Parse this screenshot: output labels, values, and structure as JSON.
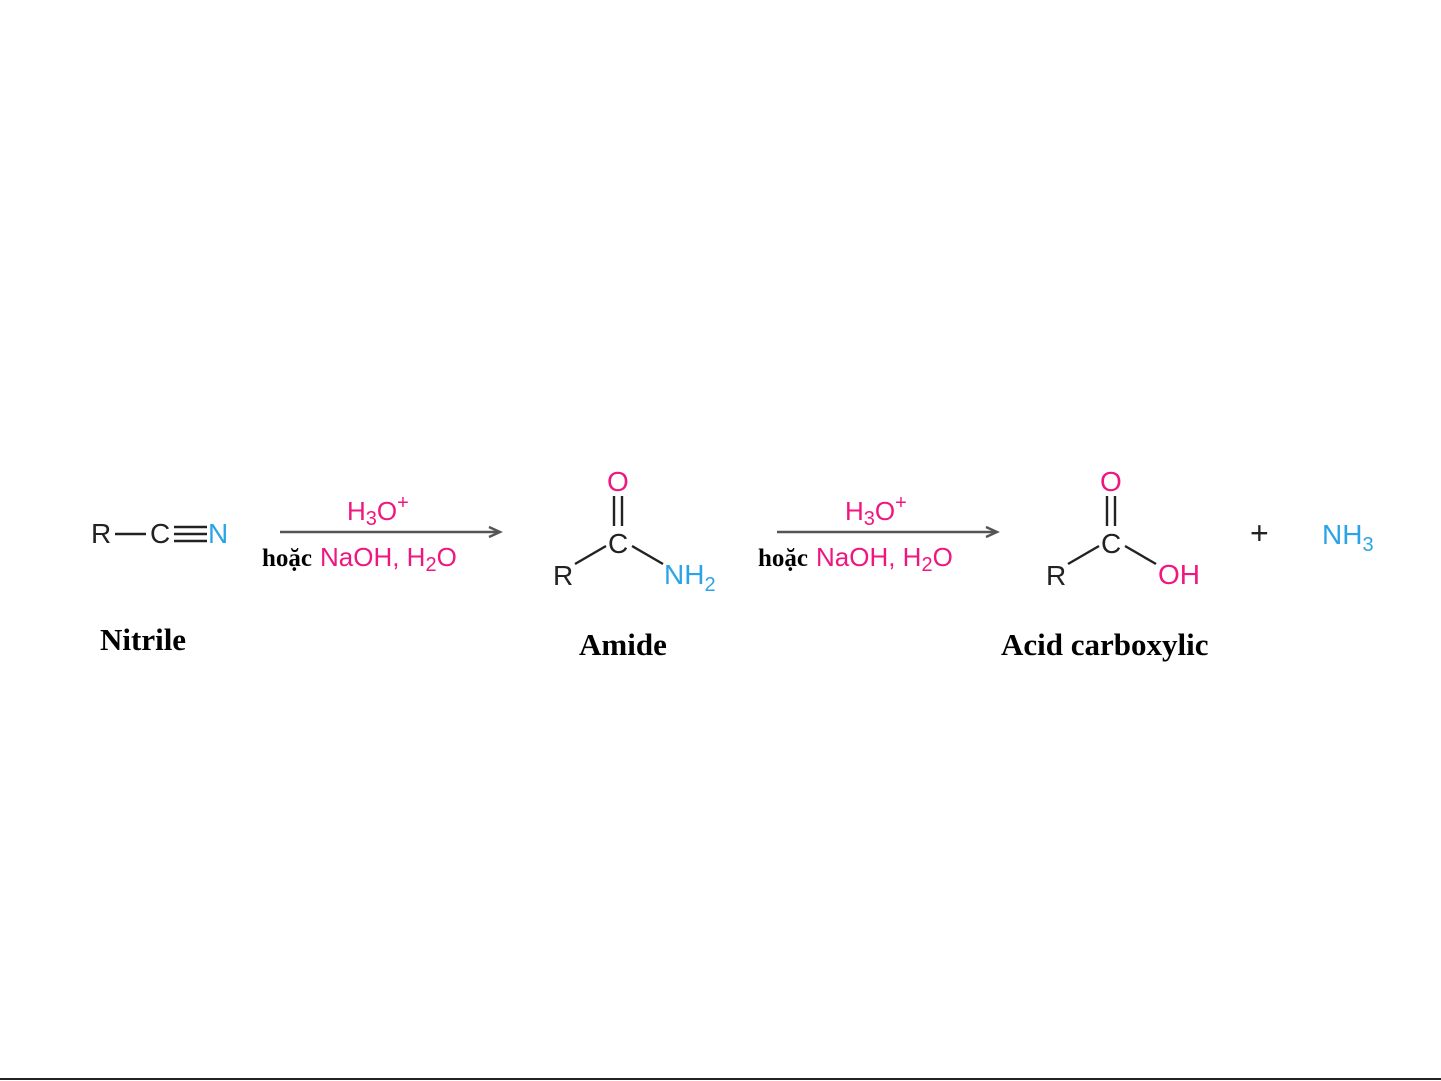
{
  "colors": {
    "text": "#222222",
    "nitrogen": "#2aa4e6",
    "reagent": "#f0167f",
    "label": "#000000"
  },
  "nitrile": {
    "r": "R",
    "c": "C",
    "n": "N",
    "name": "Nitrile"
  },
  "step1": {
    "reagent_top": "H",
    "reagent_top_sub": "3",
    "reagent_top_o": "O",
    "reagent_top_sup": "+",
    "or_word": "hoặc",
    "reagent_bottom": "NaOH, H",
    "reagent_bottom_sub": "2",
    "reagent_bottom_o": "O"
  },
  "amide": {
    "o": "O",
    "c": "C",
    "r": "R",
    "n": "NH",
    "n_sub": "2",
    "name": "Amide"
  },
  "step2": {
    "reagent_top": "H",
    "reagent_top_sub": "3",
    "reagent_top_o": "O",
    "reagent_top_sup": "+",
    "or_word": "hoặc",
    "reagent_bottom": "NaOH, H",
    "reagent_bottom_sub": "2",
    "reagent_bottom_o": "O"
  },
  "acid": {
    "o": "O",
    "c": "C",
    "r": "R",
    "oh": "OH",
    "name": "Acid carboxylic"
  },
  "byproduct": {
    "plus": "+",
    "formula": "NH",
    "formula_sub": "3"
  }
}
